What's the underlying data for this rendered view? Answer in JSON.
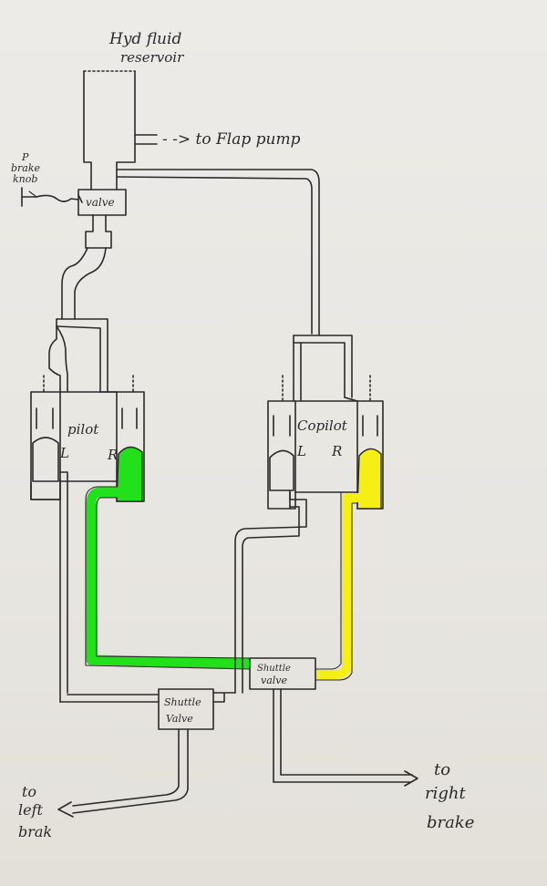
{
  "labels": {
    "reservoir_line1": "Hyd fluid",
    "reservoir_line2": "reservoir",
    "flap_pump": "- -> to Flap pump",
    "brake_knob_line1": "P",
    "brake_knob_line2": "brake",
    "brake_knob_line3": "knob",
    "valve": "valve",
    "pilot": "pilot",
    "pilot_left": "L",
    "pilot_right": "R",
    "copilot": "Copilot",
    "copilot_left": "L",
    "copilot_right": "R",
    "shuttle_right_line1": "Shuttle",
    "shuttle_right_line2": "valve",
    "shuttle_left_line1": "Shuttle",
    "shuttle_left_line2": "Valve",
    "to_right_line1": "to",
    "to_right_line2": "right",
    "to_right_line3": "brake",
    "to_left_line1": "to",
    "to_left_line2": "left",
    "to_left_line3": "brak"
  },
  "colors": {
    "pilot_right_line": "#22e01a",
    "copilot_right_line": "#f5ef16",
    "ink": "#2a2a2a"
  }
}
